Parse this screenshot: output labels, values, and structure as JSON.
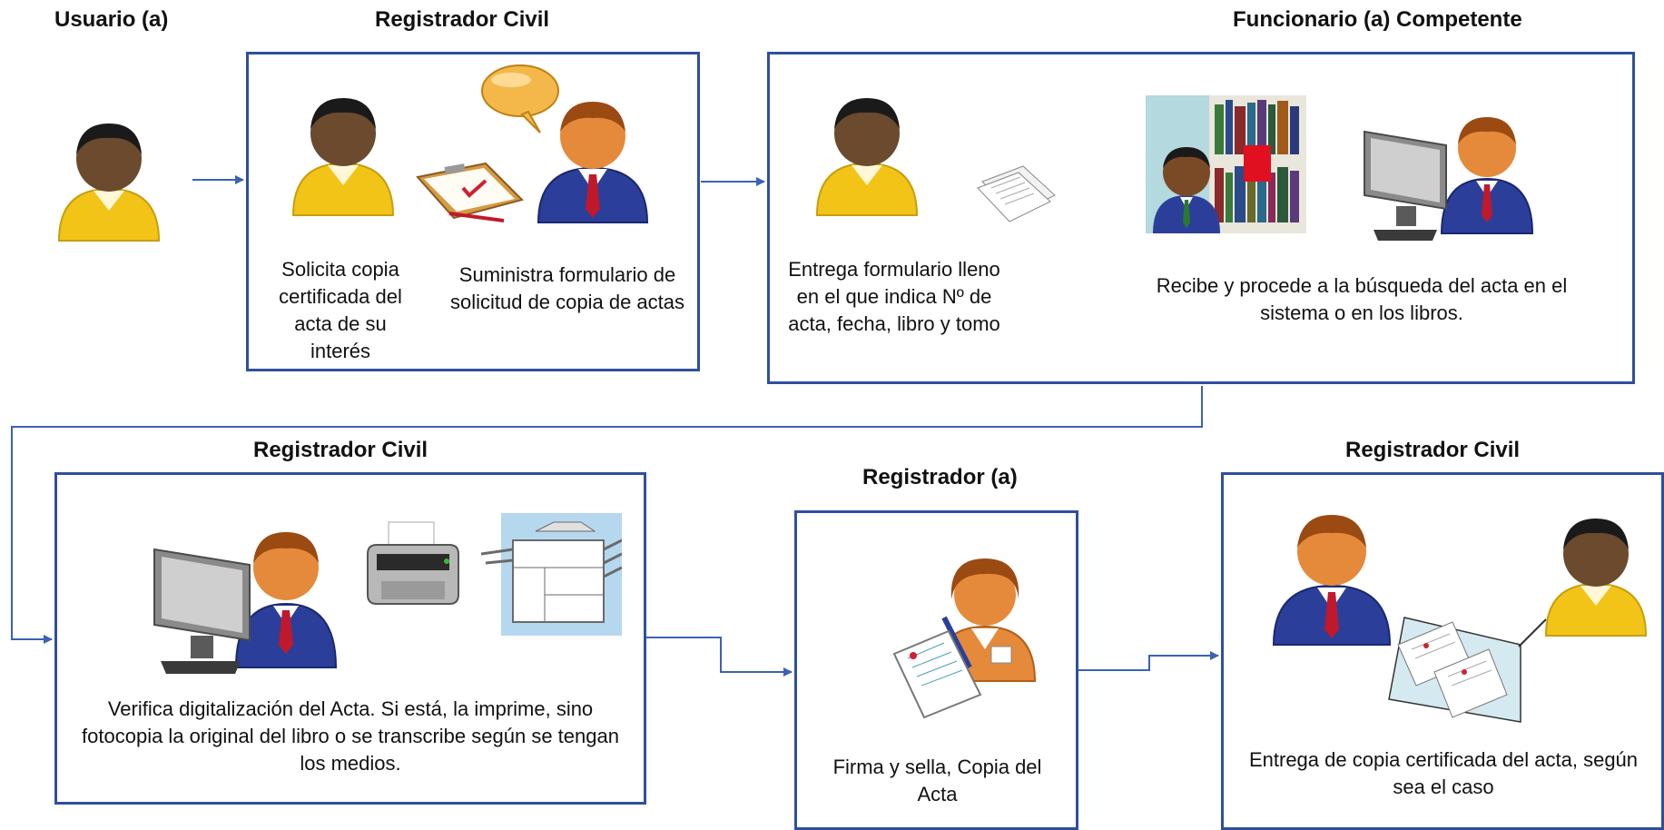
{
  "roles": {
    "usuario": "Usuario (a)",
    "registrador_civil_top": "Registrador Civil",
    "funcionario": "Funcionario (a) Competente",
    "registrador_civil_bottom_left": "Registrador Civil",
    "registrador": "Registrador (a)",
    "registrador_civil_bottom_right": "Registrador Civil"
  },
  "captions": {
    "solicita": "Solicita copia certificada del acta de su interés",
    "suministra": "Suministra formulario de solicitud de copia de actas",
    "entrega_formulario": "Entrega formulario lleno en el que indica Nº de acta, fecha, libro y tomo",
    "recibe": "Recibe y procede a la búsqueda del acta en el sistema o en los libros.",
    "verifica": "Verifica digitalización del Acta. Si está, la imprime, sino fotocopia la original del libro o se transcribe según se tengan los medios.",
    "firma": "Firma y sella, Copia del Acta",
    "entrega_copia": "Entrega de copia certificada del acta, según sea el caso"
  },
  "colors": {
    "box_border": "#2f4f9e",
    "arrow": "#3a62b5",
    "user_shirt": "#f2c418",
    "official_suit": "#2b3f9a",
    "tie": "#c0192b",
    "skin_dark": "#6b4a2d",
    "skin_light": "#e48a3a"
  },
  "icons": [
    "user-dark-icon",
    "official-icon",
    "clipboard-icon",
    "speech-bubble-icon",
    "paper-stack-icon",
    "bookshelf-icon",
    "computer-icon",
    "printer-icon",
    "copier-icon",
    "female-registrar-icon",
    "document-icon"
  ]
}
